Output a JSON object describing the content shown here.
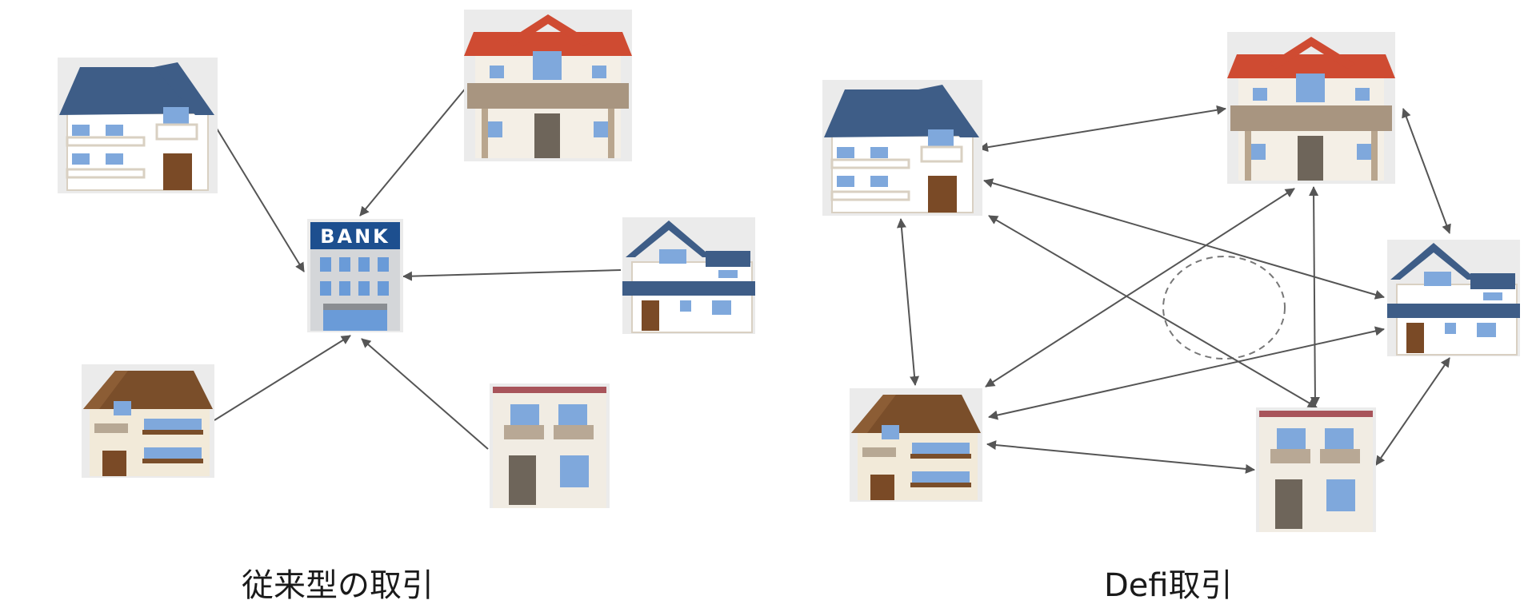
{
  "captions": {
    "traditional": "従来型の取引",
    "defi": "Defi取引"
  },
  "bank_sign": "BANK",
  "colors": {
    "arrow": "#555555",
    "roof_blue": "#3e5d87",
    "roof_red": "#cf4b32",
    "roof_brown": "#7a4e2a",
    "bank_blue": "#1d4f8f",
    "window_blue": "#7fa8dc"
  },
  "icons": [
    "house-blue-roof-icon",
    "house-red-roof-icon",
    "house-small-blue-icon",
    "house-brown-roof-icon",
    "apartment-icon",
    "bank-icon"
  ]
}
